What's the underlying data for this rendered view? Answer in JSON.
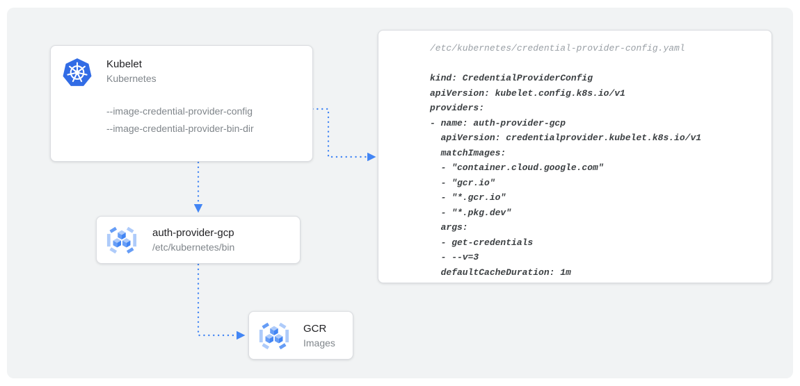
{
  "panel": {
    "bg_color": "#f1f3f4",
    "accent_blue": "#4285f4"
  },
  "nodes": {
    "kubelet": {
      "title": "Kubelet",
      "subtitle": "Kubernetes",
      "icon": "kubernetes-helm-icon",
      "icon_color": "#326ce5",
      "flags": [
        "--image-credential-provider-config",
        "--image-credential-provider-bin-dir"
      ]
    },
    "auth_provider": {
      "title": "auth-provider-gcp",
      "subtitle": "/etc/kubernetes/bin",
      "icon": "container-registry-icon"
    },
    "gcr": {
      "title": "GCR",
      "subtitle": "Images",
      "icon": "container-registry-icon"
    }
  },
  "icon_colors": {
    "light_blue": "#aecbfa",
    "medium_blue": "#669df6",
    "dark_blue": "#4285f4"
  },
  "code_panel": {
    "filename": "/etc/kubernetes/credential-provider-config.yaml",
    "code_color": "#3c4043",
    "comment_color": "#9aa0a6",
    "lines": [
      "kind: CredentialProviderConfig",
      "apiVersion: kubelet.config.k8s.io/v1",
      "providers:",
      "- name: auth-provider-gcp",
      "  apiVersion: credentialprovider.kubelet.k8s.io/v1",
      "  matchImages:",
      "  - \"container.cloud.google.com\"",
      "  - \"gcr.io\"",
      "  - \"*.gcr.io\"",
      "  - \"*.pkg.dev\"",
      "  args:",
      "  - get-credentials",
      "  - --v=3",
      "  defaultCacheDuration: 1m"
    ]
  }
}
